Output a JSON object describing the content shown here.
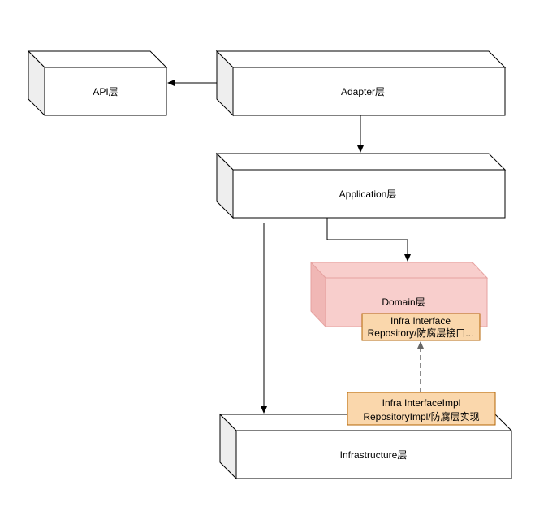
{
  "boxes": {
    "api": {
      "label": "API层"
    },
    "adapter": {
      "label": "Adapter层"
    },
    "application": {
      "label": "Application层"
    },
    "domain": {
      "label": "Domain层"
    },
    "infrastructure": {
      "label": "Infrastructure层"
    }
  },
  "notes": {
    "infra_interface": {
      "line1": "Infra Interface",
      "line2": "Repository/防腐层接口..."
    },
    "infra_impl": {
      "line1": "Infra InterfaceImpl",
      "line2": "RepositoryImpl/防腐层实现"
    }
  },
  "colors": {
    "box_fill": "#ffffff",
    "box_side": "#eeeeee",
    "box_stroke": "#000000",
    "domain_fill": "#f8cecc",
    "domain_side": "#f0b7b5",
    "domain_stroke": "#e6a2a0",
    "note_fill": "#fad7ac",
    "note_stroke": "#b46504",
    "arrow": "#000000",
    "dashed_arrow": "#666666"
  }
}
